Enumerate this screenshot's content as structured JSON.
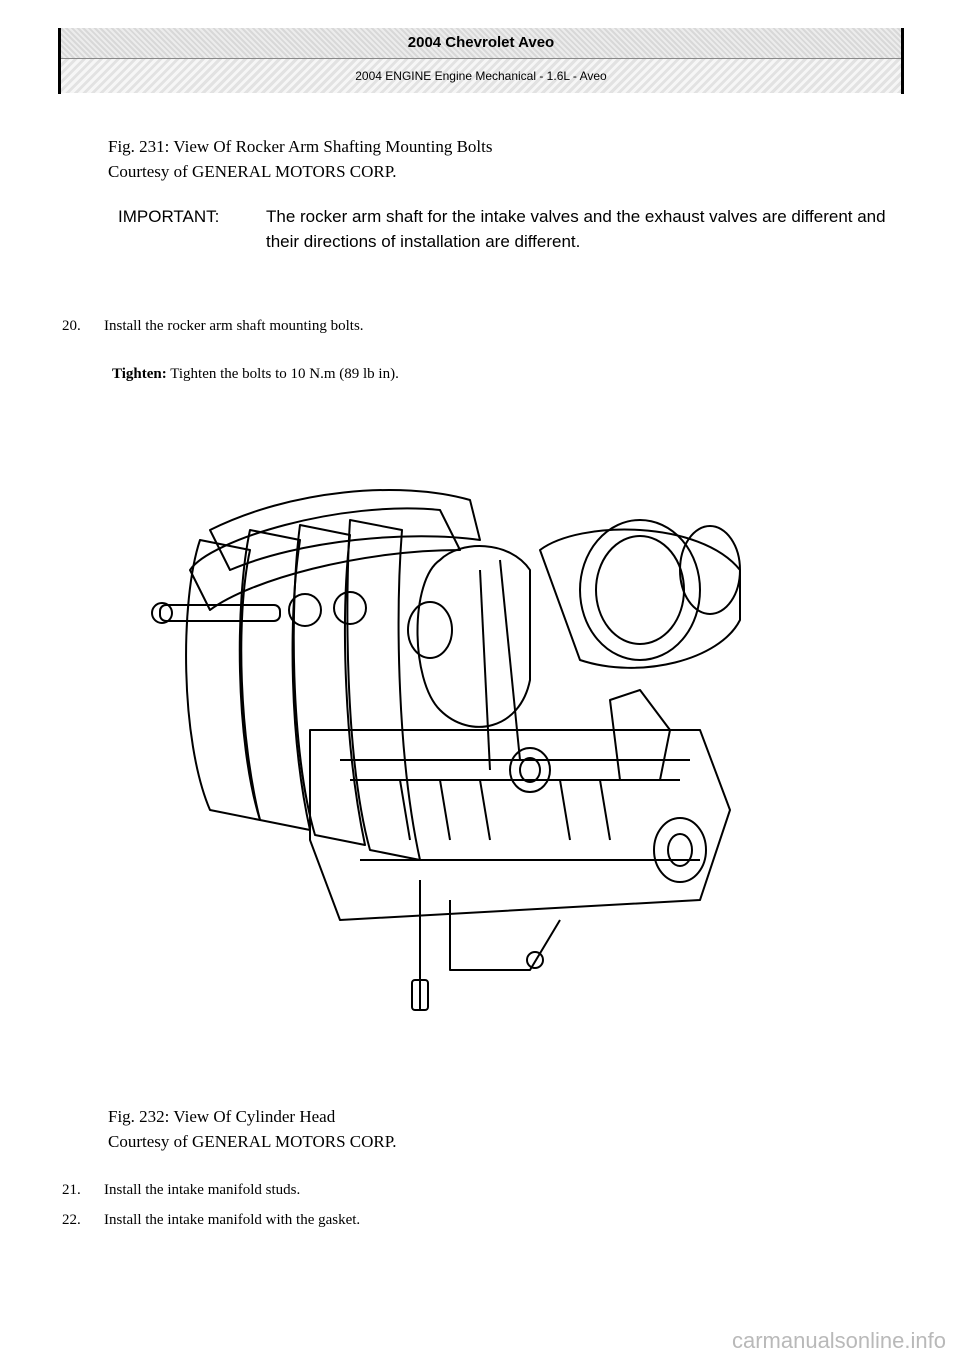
{
  "header": {
    "title": "2004 Chevrolet Aveo",
    "subtitle": "2004 ENGINE Engine Mechanical - 1.6L - Aveo"
  },
  "figure1_caption": {
    "title": "Fig. 231: View Of Rocker Arm Shafting Mounting Bolts",
    "courtesy": "Courtesy of GENERAL MOTORS CORP."
  },
  "important": {
    "label": "IMPORTANT:",
    "text": "The rocker arm shaft for the intake valves and the exhaust valves are different and their directions of installation are different."
  },
  "steps": [
    {
      "num": "20.",
      "text": "Install the rocker arm shaft mounting bolts."
    },
    {
      "num": "21.",
      "text": "Install the intake manifold studs."
    },
    {
      "num": "22.",
      "text": "Install the intake manifold with the gasket."
    }
  ],
  "spec": {
    "label": "Tighten:",
    "text": "Tighten the bolts to 10 N.m (89 lb in)."
  },
  "figure2_caption": {
    "title": "Fig. 232: View Of Cylinder Head",
    "courtesy": "Courtesy of GENERAL MOTORS CORP."
  },
  "watermark": "carmanualsonline.info"
}
